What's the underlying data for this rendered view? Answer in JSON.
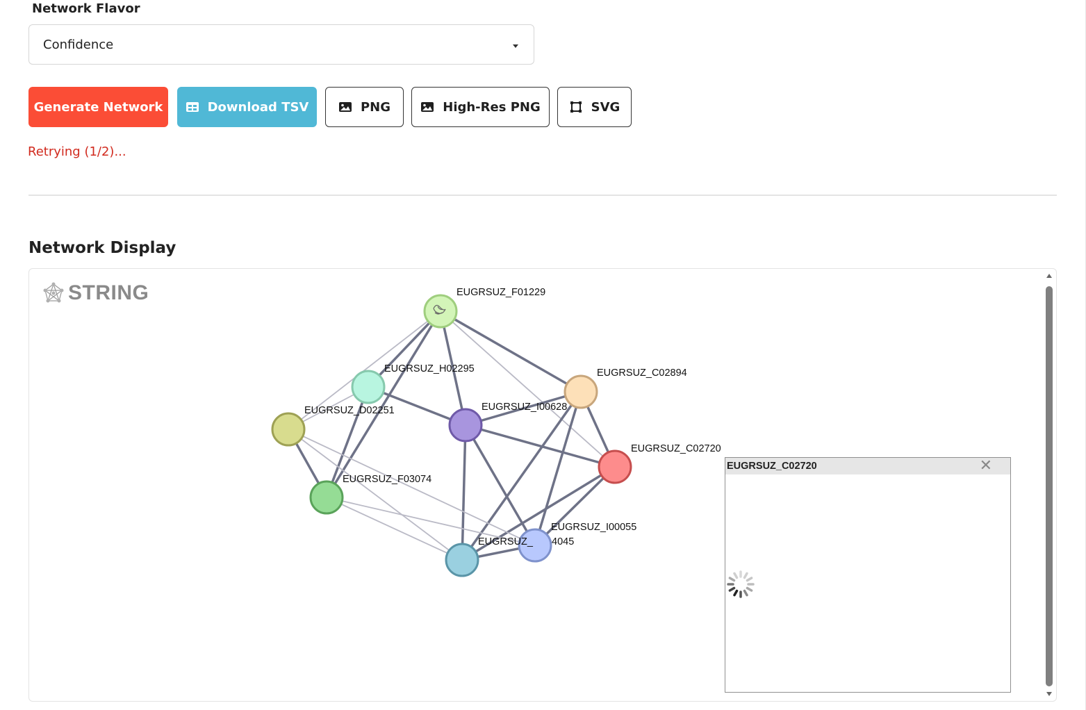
{
  "form": {
    "flavor_label": "Network Flavor",
    "flavor_value": "Confidence"
  },
  "buttons": {
    "generate": "Generate Network",
    "download_tsv": "Download TSV",
    "png": "PNG",
    "hires_png": "High-Res PNG",
    "svg": "SVG"
  },
  "status": {
    "retry_text": "Retrying (1/2)..."
  },
  "display": {
    "title": "Network Display",
    "logo_text": "STRING"
  },
  "popup": {
    "title": "EUGRSUZ_C02720",
    "close_icon": "close-x-icon"
  },
  "network": {
    "nodes": [
      {
        "id": "F01229",
        "label": "EUGRSUZ_F01229",
        "color": "#d3f5b8",
        "stroke": "#9fce7e"
      },
      {
        "id": "H02295",
        "label": "EUGRSUZ_H02295",
        "color": "#b8f5e0",
        "stroke": "#86c9ad"
      },
      {
        "id": "C02894",
        "label": "EUGRSUZ_C02894",
        "color": "#fde0b8",
        "stroke": "#c8a67c"
      },
      {
        "id": "I00628",
        "label": "EUGRSUZ_I00628",
        "color": "#a895de",
        "stroke": "#6f5aa8"
      },
      {
        "id": "D02251",
        "label": "EUGRSUZ_D02251",
        "color": "#d8dc8e",
        "stroke": "#9ea154"
      },
      {
        "id": "C02720",
        "label": "EUGRSUZ_C02720",
        "color": "#fd8c8c",
        "stroke": "#c64e4e"
      },
      {
        "id": "F03074",
        "label": "EUGRSUZ_F03074",
        "color": "#95dc95",
        "stroke": "#5aa35a"
      },
      {
        "id": "I00055",
        "label": "EUGRSUZ_I00055",
        "color": "#b8c8fd",
        "stroke": "#7f92cc"
      },
      {
        "id": "X04045",
        "label": "EUGRSUZ_",
        "label_tail": "4045",
        "color": "#9ad0e0",
        "stroke": "#5a95a8"
      }
    ],
    "edges": [
      {
        "a": "F01229",
        "b": "H02295",
        "kind": "strong"
      },
      {
        "a": "F01229",
        "b": "I00628",
        "kind": "strong"
      },
      {
        "a": "F01229",
        "b": "C02894",
        "kind": "strong"
      },
      {
        "a": "F01229",
        "b": "C02720",
        "kind": "weak"
      },
      {
        "a": "F01229",
        "b": "D02251",
        "kind": "weak"
      },
      {
        "a": "F01229",
        "b": "F03074",
        "kind": "strong"
      },
      {
        "a": "H02295",
        "b": "I00628",
        "kind": "strong"
      },
      {
        "a": "H02295",
        "b": "D02251",
        "kind": "weak"
      },
      {
        "a": "H02295",
        "b": "F03074",
        "kind": "strong"
      },
      {
        "a": "I00628",
        "b": "C02894",
        "kind": "strong"
      },
      {
        "a": "I00628",
        "b": "C02720",
        "kind": "strong"
      },
      {
        "a": "I00628",
        "b": "X04045",
        "kind": "strong"
      },
      {
        "a": "I00628",
        "b": "I00055",
        "kind": "strong"
      },
      {
        "a": "C02894",
        "b": "C02720",
        "kind": "strong"
      },
      {
        "a": "C02894",
        "b": "X04045",
        "kind": "strong"
      },
      {
        "a": "C02894",
        "b": "I00055",
        "kind": "strong"
      },
      {
        "a": "C02720",
        "b": "X04045",
        "kind": "strong"
      },
      {
        "a": "C02720",
        "b": "I00055",
        "kind": "strong"
      },
      {
        "a": "D02251",
        "b": "F03074",
        "kind": "strong"
      },
      {
        "a": "D02251",
        "b": "X04045",
        "kind": "weak"
      },
      {
        "a": "D02251",
        "b": "I00055",
        "kind": "weak"
      },
      {
        "a": "F03074",
        "b": "X04045",
        "kind": "weak"
      },
      {
        "a": "F03074",
        "b": "I00055",
        "kind": "weak"
      },
      {
        "a": "X04045",
        "b": "I00055",
        "kind": "strong"
      }
    ],
    "colors": {
      "edge_strong": "#6e7287",
      "edge_weak": "#babac6"
    }
  }
}
